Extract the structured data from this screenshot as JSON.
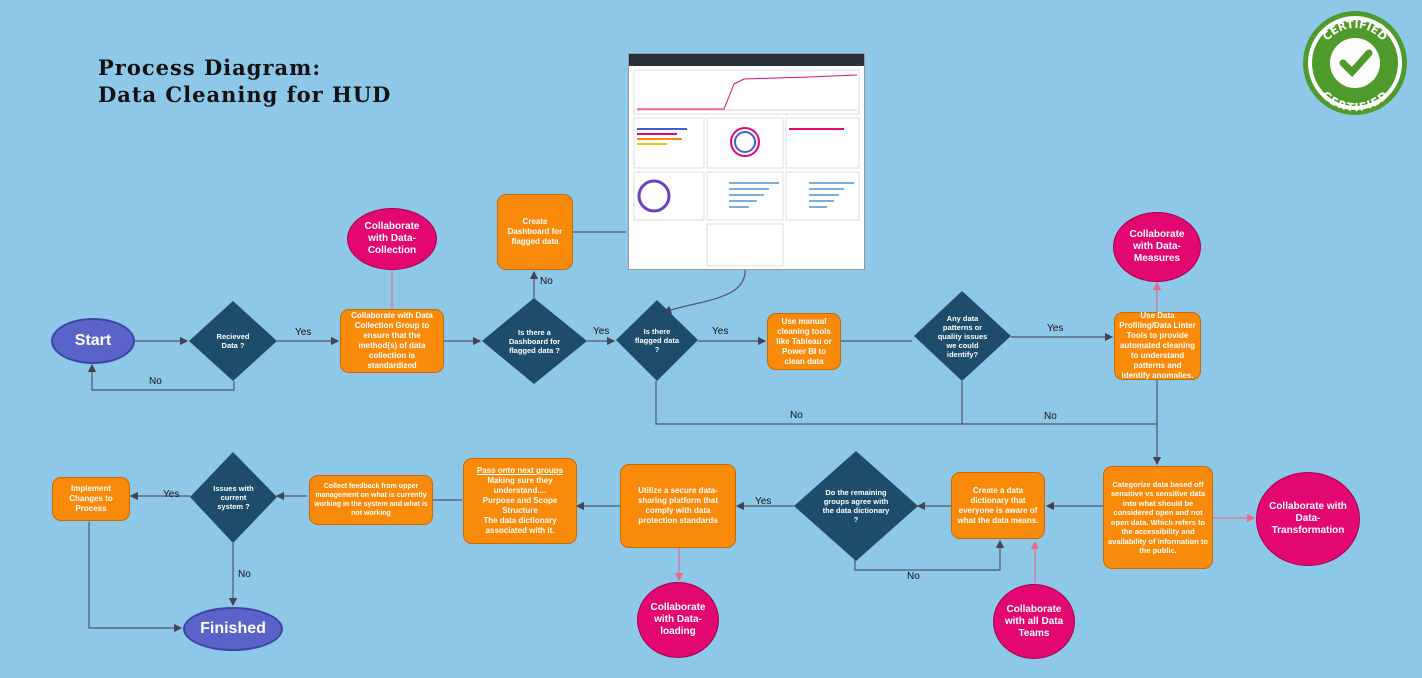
{
  "title": {
    "line1": "Process Diagram:",
    "line2": "Data Cleaning for HUD"
  },
  "nodes": {
    "start": "Start",
    "received": "Recieved Data ?",
    "collaborate_group": "Collaborate with Data Collection Group to ensure that the method(s) of data collection is standardized",
    "collab_collection": "Collaborate with Data-Collection",
    "dashboard_q": "Is there a Dashboard for flagged data ?",
    "create_dashboard": "Create Dashboard for flagged data",
    "flagged_q": "Is there flagged data ?",
    "manual_tools": "Use manual cleaning tools like Tableau or Power BI to clean data",
    "patterns_q": "Any data patterns or quality issues we could identify?",
    "profiling": "Use Data Profiling/Data Linter Tools to provide automated cleaning to understand patterns and identify anomalies.",
    "collab_measures": "Collaborate with Data-Measures",
    "categorize": "Categorize data based off sensitive vs sensitive data into what should be considered open and not open data. Which refers to the accessibility and availability of information to the public.",
    "collab_transformation": "Collaborate with Data-Transformation",
    "dictionary": "Create a data dictionary that everyone is aware of what the data means.",
    "collab_all": "Collaborate with all Data Teams",
    "agree_q": "Do the remaining groups agree with the data dictionary ?",
    "secure_platform": "Utilize a secure data-sharing platform that comply with data protection standards",
    "collab_loading": "Collaborate with Data-loading",
    "pass_heading": "Pass onto next groups",
    "pass_body1": "Making sure they understand....",
    "pass_body2": "Purpose and Scope",
    "pass_body3": "Structure",
    "pass_body4": "The data dictionary associated with it.",
    "feedback": "Collect feedback from upper management on what is currently working in the system and what is not working",
    "issues_q": "Issues with current system ?",
    "implement": "Implement Changes to Process",
    "finished": "Finished"
  },
  "edge_labels": {
    "yes": "Yes",
    "no": "No"
  },
  "badge": {
    "top": "CERTIFIED",
    "bottom": "CERTIFIED"
  }
}
